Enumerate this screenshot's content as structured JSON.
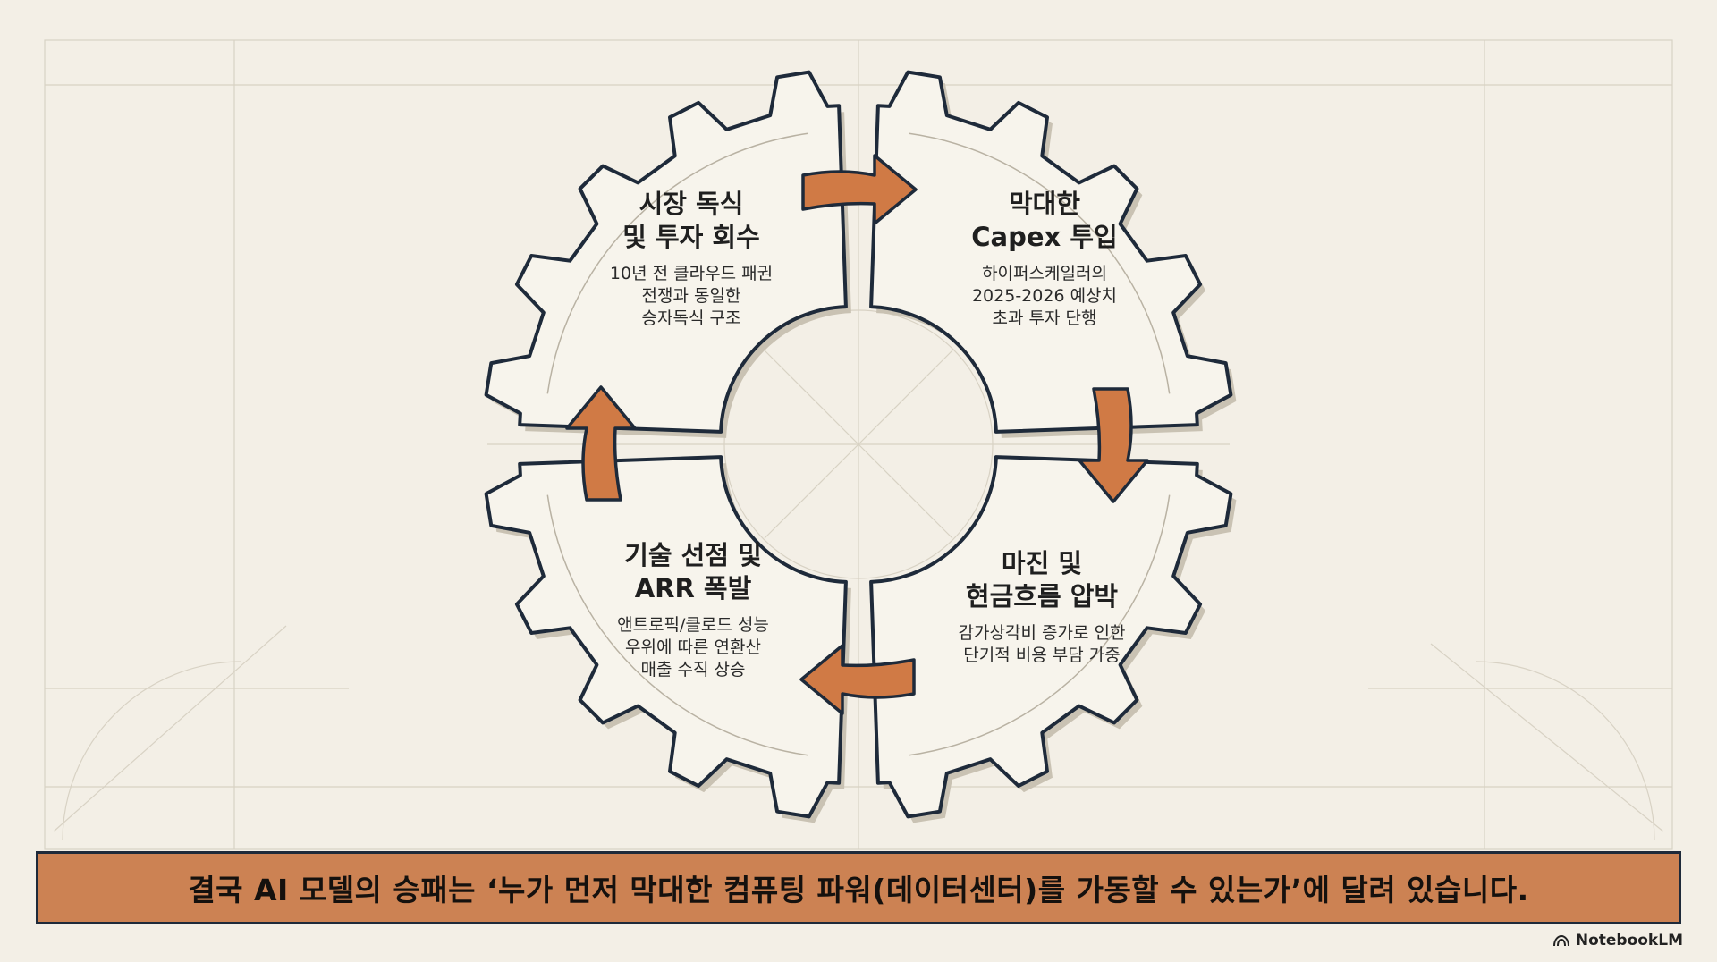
{
  "quadrants": [
    {
      "id": "top-left",
      "title_line1": "시장 독식",
      "title_line2": "및 투자 회수",
      "body": [
        "10년 전 클라우드 패권",
        "전쟁과 동일한",
        "승자독식 구조"
      ]
    },
    {
      "id": "top-right",
      "title_line1": "막대한",
      "title_line2": "Capex 투입",
      "body": [
        "하이퍼스케일러의",
        "2025-2026 예상치",
        "초과 투자 단행"
      ]
    },
    {
      "id": "bottom-right",
      "title_line1": "마진 및",
      "title_line2": "현금흐름 압박",
      "body": [
        "감가상각비 증가로 인한",
        "단기적 비용 부담 가중"
      ]
    },
    {
      "id": "bottom-left",
      "title_line1": "기술 선점 및",
      "title_line2": "ARR 폭발",
      "body": [
        "앤트로픽/클로드 성능",
        "우위에 따른 연환산",
        "매출 수직 상승"
      ]
    }
  ],
  "banner": {
    "text": "결국 AI 모델의 승패는 ‘누가 먼저 막대한 컴퓨팅 파워(데이터센터)를 가동할 수 있는가’에 달려 있습니다."
  },
  "brand": {
    "name": "NotebookLM"
  },
  "colors": {
    "background": "#f3efe6",
    "panel": "#f7f4ec",
    "outline": "#1e2a3a",
    "arrow": "#d07a45",
    "banner": "#cc8253"
  }
}
